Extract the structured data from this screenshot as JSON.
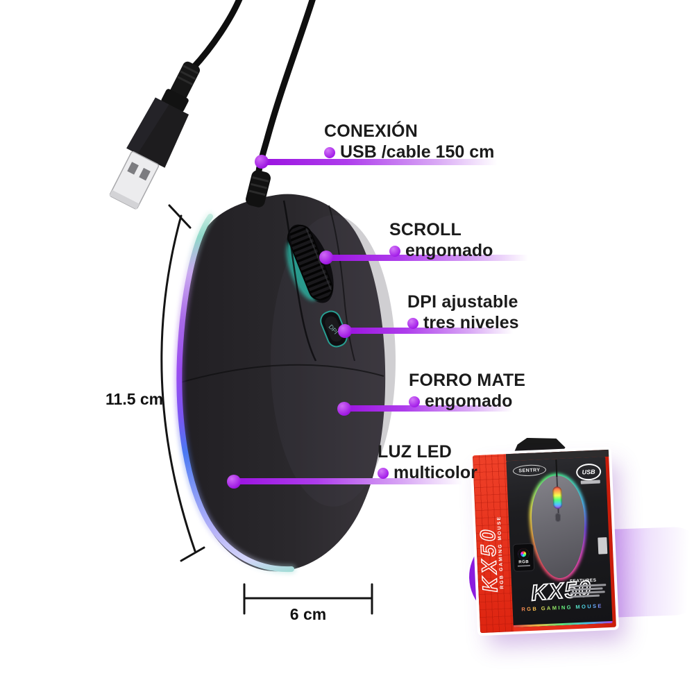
{
  "callouts": [
    {
      "title": "CONEXIÓN",
      "detail": "USB /cable 150 cm"
    },
    {
      "title": "SCROLL",
      "detail": "engomado"
    },
    {
      "title": "DPI ajustable",
      "detail": "tres niveles"
    },
    {
      "title": "FORRO MATE",
      "detail": "engomado"
    },
    {
      "title": "LUZ LED",
      "detail": "multicolor"
    }
  ],
  "dimensions": {
    "height": "11.5 cm",
    "width": "6 cm"
  },
  "mouse": {
    "dpi_button": "DPI"
  },
  "box": {
    "brand": "SENTRY",
    "usb_badge": "USB",
    "model": "KX50",
    "tagline": "RGB GAMING MOUSE",
    "side_model": "KX50",
    "side_tagline": "RGB GAMING MOUSE",
    "rgb_badge": "RGB",
    "features_title": "FEATURES"
  },
  "colors": {
    "accent_purple": "#a018e8",
    "led_teal": "#2fb3a3",
    "box_red": "#e52d18"
  }
}
